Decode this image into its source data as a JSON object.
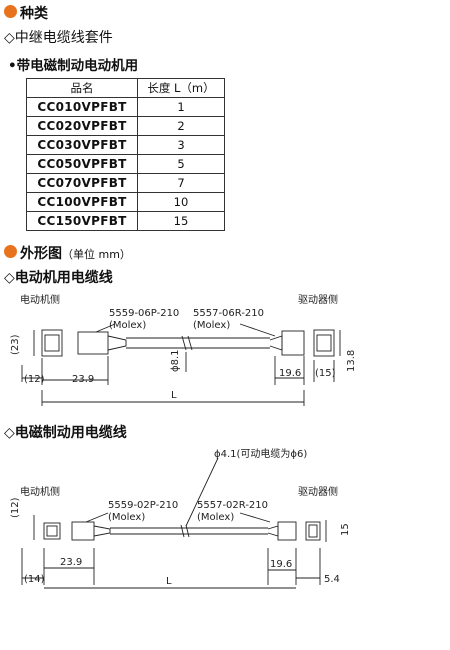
{
  "colors": {
    "accent": "#e8731e"
  },
  "section1": {
    "title": "种类",
    "subtitle": "◇中继电缆线套件",
    "bullet": "•带电磁制动电动机用",
    "table": {
      "headers": [
        "品名",
        "长度 L（m）"
      ],
      "rows": [
        [
          "CC010VPFBT",
          "1"
        ],
        [
          "CC020VPFBT",
          "2"
        ],
        [
          "CC030VPFBT",
          "3"
        ],
        [
          "CC050VPFBT",
          "5"
        ],
        [
          "CC070VPFBT",
          "7"
        ],
        [
          "CC100VPFBT",
          "10"
        ],
        [
          "CC150VPFBT",
          "15"
        ]
      ]
    }
  },
  "section2": {
    "title": "外形图",
    "unit": "（单位 mm）",
    "drawing1": {
      "title": "◇电动机用电缆线",
      "motor_side": "电动机侧",
      "driver_side": "驱动器侧",
      "part_left": "5559-06P-210",
      "part_left_maker": "(Molex)",
      "part_right": "5557-06R-210",
      "part_right_maker": "(Molex)",
      "dim_23": "(23)",
      "dim_12": "(12)",
      "dim_239": "23.9",
      "dim_phi": "ϕ8.1",
      "dim_196": "19.6",
      "dim_15": "(15)",
      "dim_138": "13.8",
      "dim_L": "L"
    },
    "drawing2": {
      "title": "◇电磁制动用电缆线",
      "phi_note": "ϕ4.1(可动电缆为ϕ6)",
      "motor_side": "电动机侧",
      "driver_side": "驱动器侧",
      "part_left": "5559-02P-210",
      "part_left_maker": "(Molex)",
      "part_right": "5557-02R-210",
      "part_right_maker": "(Molex)",
      "dim_12": "(12)",
      "dim_14": "(14)",
      "dim_239": "23.9",
      "dim_196": "19.6",
      "dim_15": "15",
      "dim_54": "5.4",
      "dim_L": "L"
    }
  }
}
